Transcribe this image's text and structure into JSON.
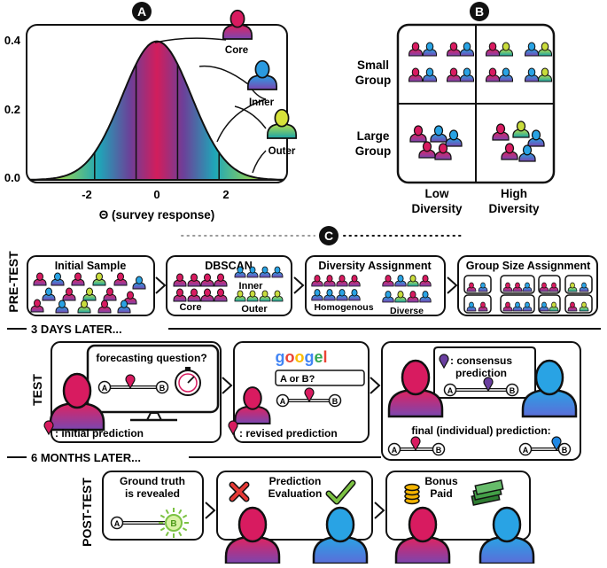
{
  "panelA": {
    "badge": "A",
    "yticks": [
      "0.4",
      "0.2",
      "0.0"
    ],
    "xticks": [
      "-2",
      "0",
      "2"
    ],
    "xlabel": "Θ (survey response)",
    "groups": [
      "Core",
      "Inner",
      "Outer"
    ]
  },
  "panelB": {
    "badge": "B",
    "row1": [
      "Small",
      "Group"
    ],
    "row2": [
      "Large",
      "Group"
    ],
    "col1": [
      "Low",
      "Diversity"
    ],
    "col2": [
      "High",
      "Diversity"
    ]
  },
  "panelC": {
    "badge": "C",
    "pretest_label": "PRE-TEST",
    "initial_sample": "Initial Sample",
    "dbscan": "DBSCAN",
    "inner": "Inner",
    "core": "Core",
    "outer": "Outer",
    "diversity_assignment": "Diversity Assignment",
    "homogenous": "Homogenous",
    "diverse": "Diverse",
    "group_size_assignment": "Group Size Assignment",
    "later1": "3 DAYS LATER...",
    "test_label": "TEST",
    "forecasting_question": "forecasting question?",
    "opt_a": "A",
    "opt_b": "B",
    "initial_prediction": ": initial prediction",
    "search_logo": "googel",
    "search_query": "A or B?",
    "revised_prediction": ": revised prediction",
    "consensus_1": ": consensus",
    "consensus_2": "prediction",
    "final_prediction": "final (individual) prediction:",
    "later2": "6 MONTHS LATER...",
    "posttest_label": "POST-TEST",
    "ground_truth_1": "Ground truth",
    "ground_truth_2": "is revealed",
    "eval_1": "Prediction",
    "eval_2": "Evaluation",
    "bonus_1": "Bonus",
    "bonus_2": "Paid"
  },
  "colors": {
    "pink": "#d81b60",
    "blue": "#1e88e5",
    "green": "#8bc34a",
    "purple": "#6a3fa0",
    "teal": "#26a69a",
    "yellow": "#d4e157"
  }
}
